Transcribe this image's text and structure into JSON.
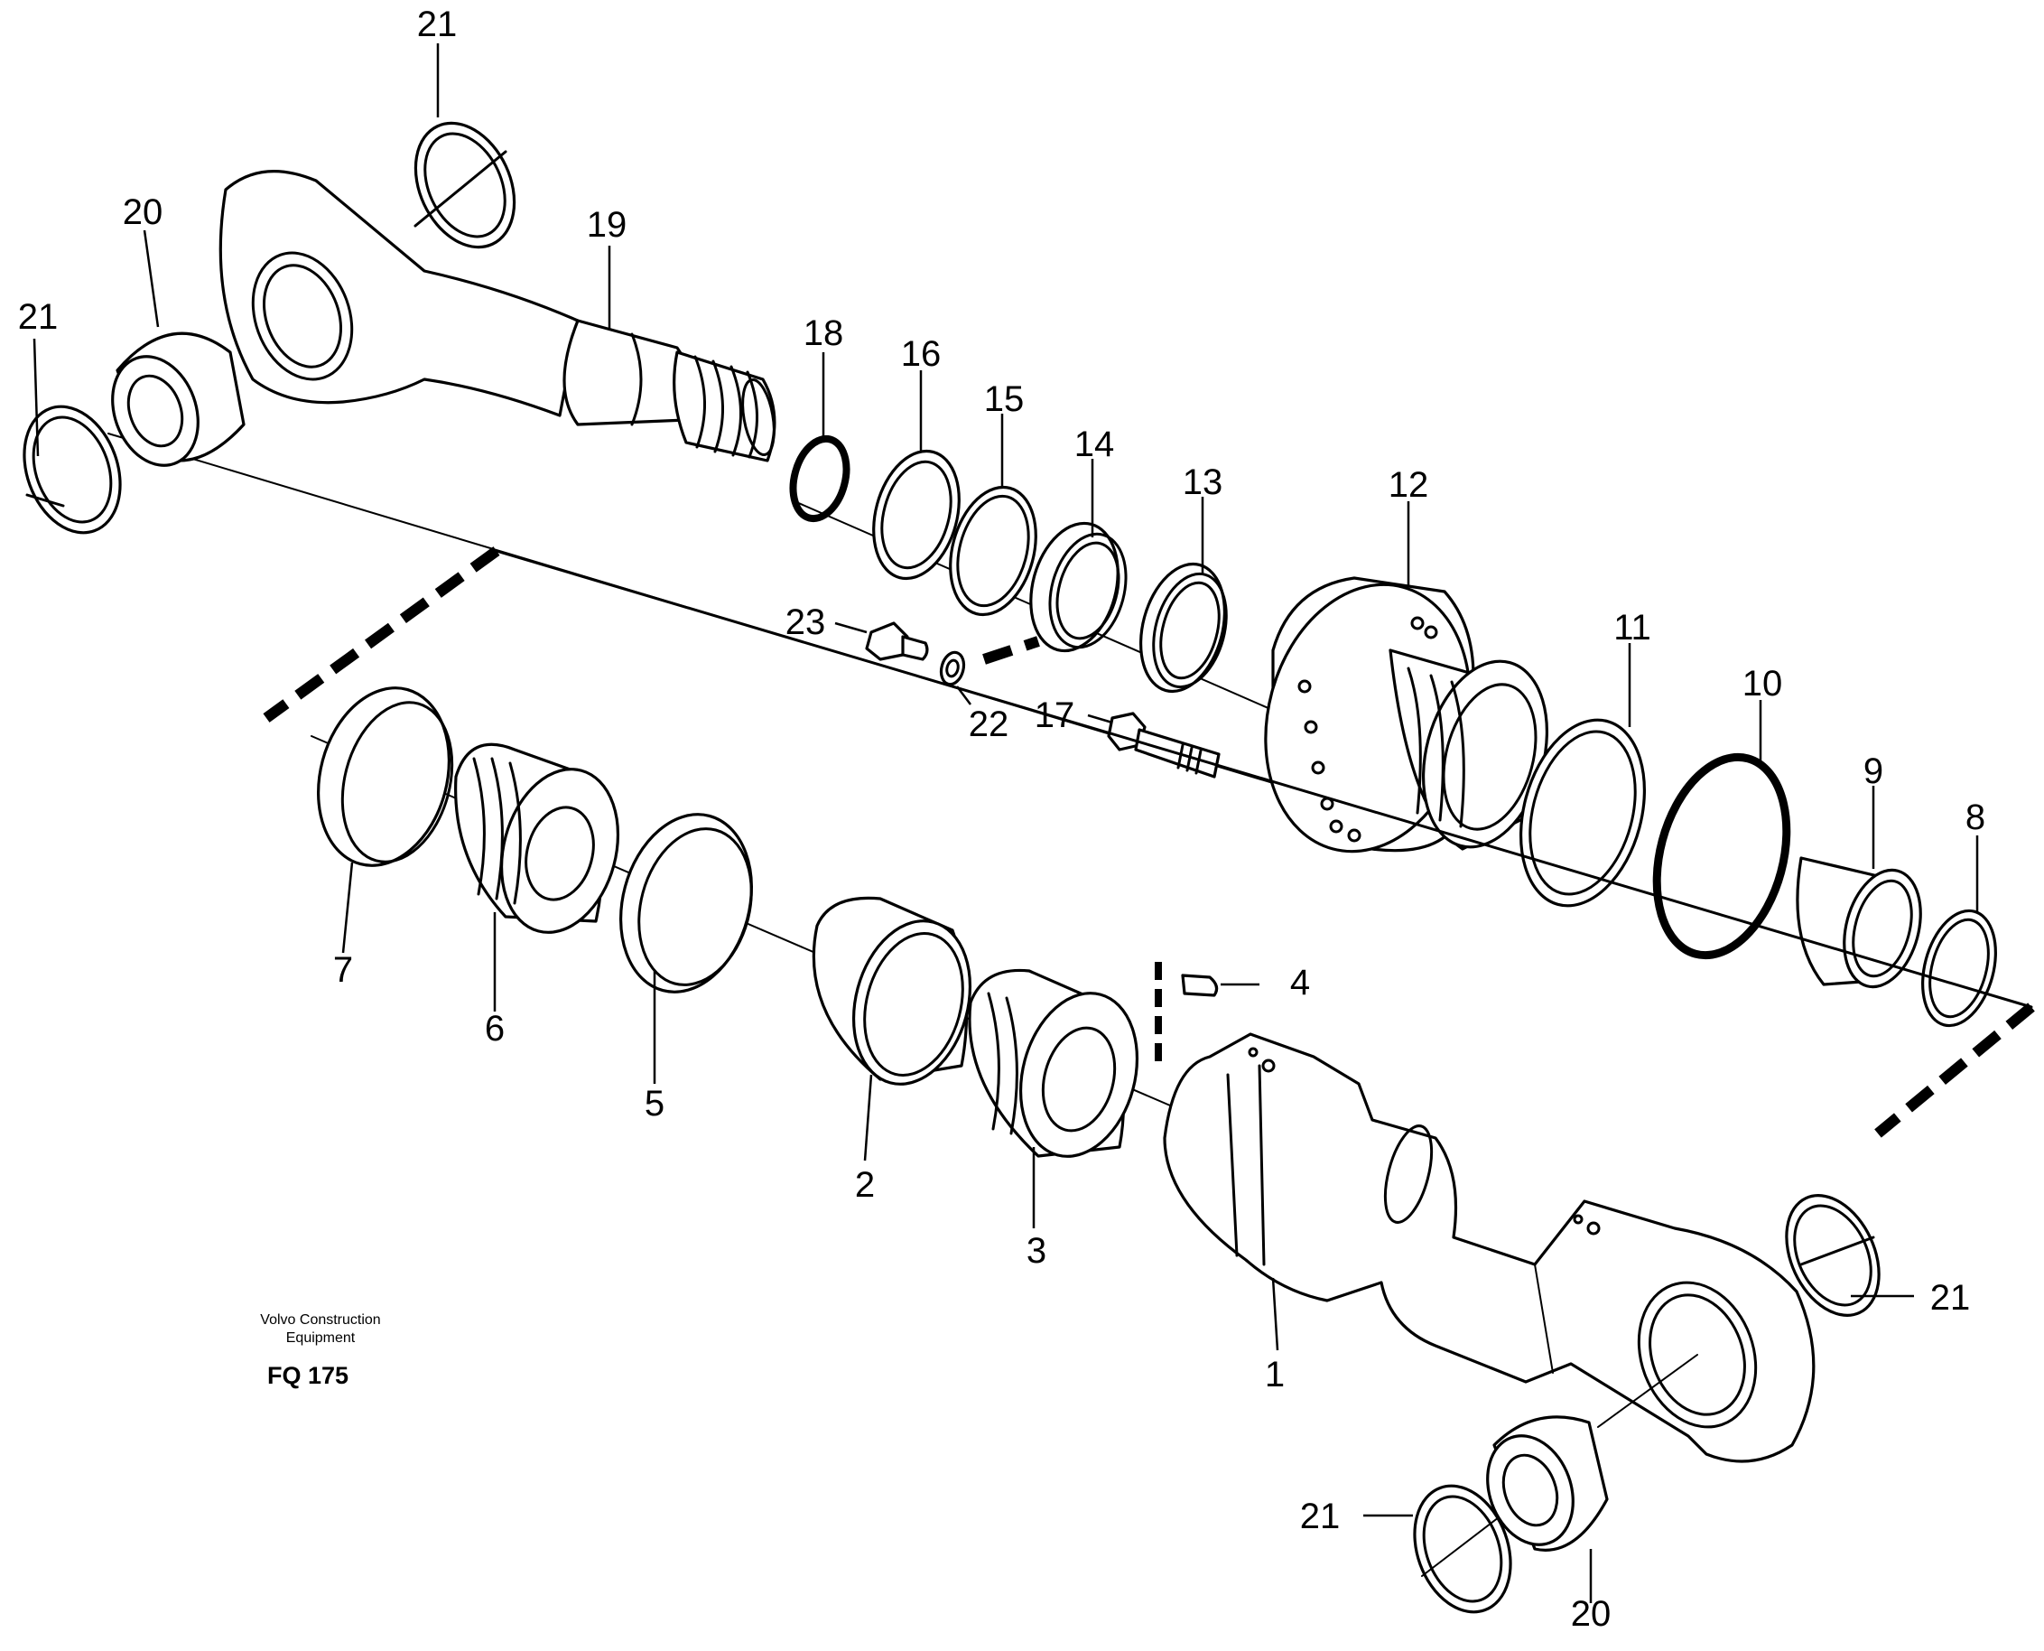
{
  "drawing": {
    "labels": [
      "1",
      "2",
      "3",
      "4",
      "5",
      "6",
      "7",
      "8",
      "9",
      "10",
      "11",
      "12",
      "13",
      "14",
      "15",
      "16",
      "17",
      "18",
      "19",
      "20",
      "21",
      "22",
      "23"
    ],
    "extra_labels": {
      "top_left_21": "21",
      "top_21": "21",
      "top_20": "20",
      "bottom_21_right": "21",
      "bottom_21_left": "21",
      "bottom_20": "20"
    }
  },
  "footer": {
    "company_line1": "Volvo Construction",
    "company_line2": "Equipment",
    "figure_code": "FQ 175"
  }
}
